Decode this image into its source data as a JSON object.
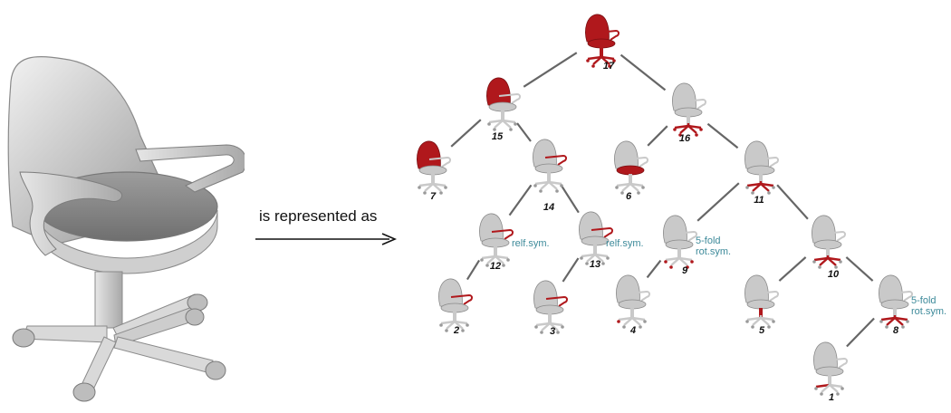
{
  "caption": "is represented as",
  "colors": {
    "highlight": "#b0181c",
    "chair": "#c9c9c9",
    "edge": "#666666",
    "annotation": "#3d8a9a"
  },
  "nodes": [
    {
      "id": "17",
      "highlight": "whole"
    },
    {
      "id": "15",
      "highlight": "back"
    },
    {
      "id": "16",
      "highlight": "base"
    },
    {
      "id": "7",
      "highlight": "back"
    },
    {
      "id": "14",
      "highlight": "arm"
    },
    {
      "id": "6",
      "highlight": "seat"
    },
    {
      "id": "11",
      "highlight": "legs"
    },
    {
      "id": "12",
      "highlight": "arm"
    },
    {
      "id": "13",
      "highlight": "arm"
    },
    {
      "id": "9",
      "highlight": "wheels"
    },
    {
      "id": "10",
      "highlight": "legs"
    },
    {
      "id": "2",
      "highlight": "arm"
    },
    {
      "id": "3",
      "highlight": "arm"
    },
    {
      "id": "4",
      "highlight": "wheel"
    },
    {
      "id": "5",
      "highlight": "pole"
    },
    {
      "id": "8",
      "highlight": "legs"
    },
    {
      "id": "1",
      "highlight": "leg"
    }
  ],
  "edges": [
    [
      "17",
      "15"
    ],
    [
      "17",
      "16"
    ],
    [
      "15",
      "7"
    ],
    [
      "15",
      "14"
    ],
    [
      "16",
      "6"
    ],
    [
      "16",
      "11"
    ],
    [
      "14",
      "12"
    ],
    [
      "14",
      "13"
    ],
    [
      "11",
      "9"
    ],
    [
      "11",
      "10"
    ],
    [
      "12",
      "2"
    ],
    [
      "13",
      "3"
    ],
    [
      "9",
      "4"
    ],
    [
      "10",
      "5"
    ],
    [
      "10",
      "8"
    ],
    [
      "8",
      "1"
    ]
  ],
  "annotations": [
    {
      "node": "12",
      "lines": [
        "relf.sym."
      ]
    },
    {
      "node": "13",
      "lines": [
        "relf.sym."
      ]
    },
    {
      "node": "9",
      "lines": [
        "5-fold",
        "rot.sym."
      ]
    },
    {
      "node": "8",
      "lines": [
        "5-fold",
        "rot.sym."
      ]
    }
  ]
}
